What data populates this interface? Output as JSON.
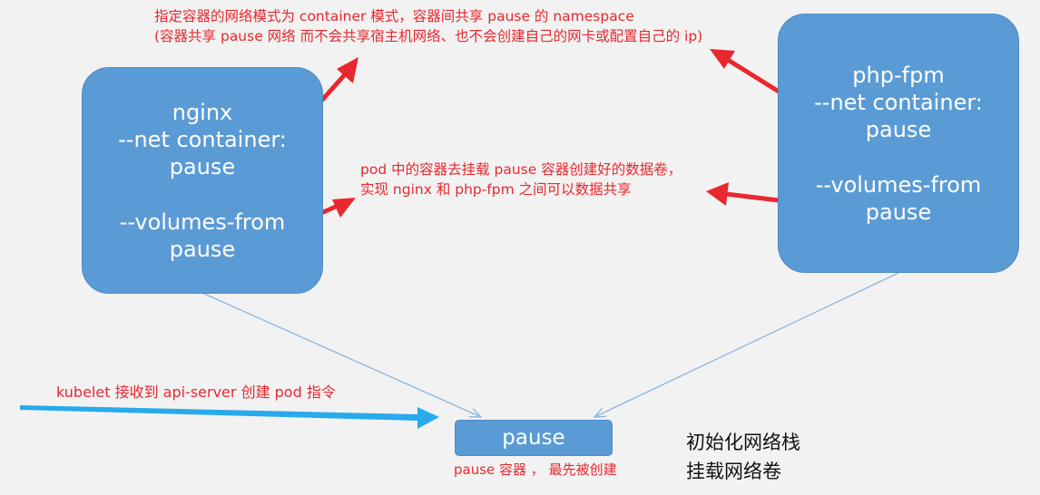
{
  "nginx_box": {
    "lines": [
      "nginx",
      "--net container:",
      "pause",
      "--volumes-from",
      "pause"
    ]
  },
  "phpfpm_box": {
    "lines": [
      "php-fpm",
      "--net container:",
      "pause",
      "--volumes-from",
      "pause"
    ]
  },
  "pause_box": {
    "label": "pause"
  },
  "annotations": {
    "network_line1": "指定容器的网络模式为 container 模式，容器间共享 pause 的 namespace",
    "network_line2": "(容器共享 pause 网络 而不会共享宿主机网络、也不会创建自己的网卡或配置自己的 ip)",
    "volumes_line1": "pod 中的容器去挂载 pause 容器创建好的数据卷，",
    "volumes_line2": "实现 nginx 和 php-fpm 之间可以数据共享",
    "kubelet": "kubelet 接收到 api-server 创建 pod 指令",
    "pause_first": "pause 容器 ， 最先被创建",
    "init_network": "初始化网络栈",
    "mount_volumes": "挂载网络卷"
  },
  "colors": {
    "box_fill": "#5b9bd5",
    "annotation_red": "#e8282e",
    "arrow_red": "#e8282e",
    "kubelet_arrow": "#28aaeb",
    "connector": "#8fb4e0",
    "background": "#f2f2f2"
  }
}
